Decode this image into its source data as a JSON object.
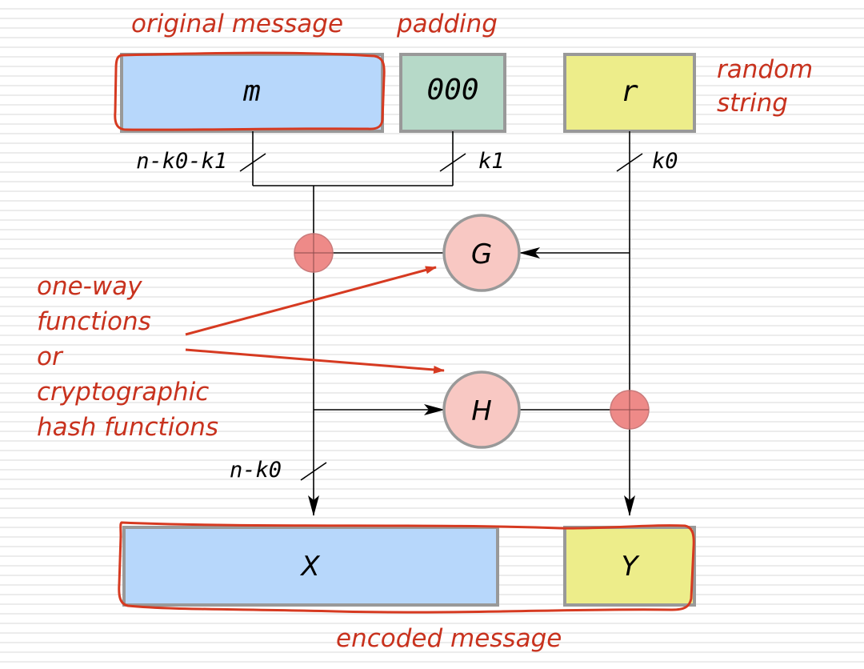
{
  "boxes": {
    "m": "m",
    "padding_bits": "000",
    "r": "r",
    "x": "X",
    "y": "Y"
  },
  "bit_widths": {
    "message": "n-k0-k1",
    "padding": "k1",
    "random": "k0",
    "x_output": "n-k0"
  },
  "functions": {
    "g": "G",
    "h": "H"
  },
  "annotations": {
    "original_message": "original message",
    "padding": "padding",
    "random_string": [
      "random",
      "string"
    ],
    "function_note": [
      "one-way",
      "functions",
      "or",
      "cryptographic",
      "hash functions"
    ],
    "encoded_message": "encoded message"
  },
  "colors": {
    "message_box": "#b7d7fb",
    "padding_box": "#b6d9c8",
    "random_box": "#eded8a",
    "function_circle": "#f8c8c3",
    "xor_circle": "#ee8a88",
    "annotation_ink": "#c8321e"
  }
}
